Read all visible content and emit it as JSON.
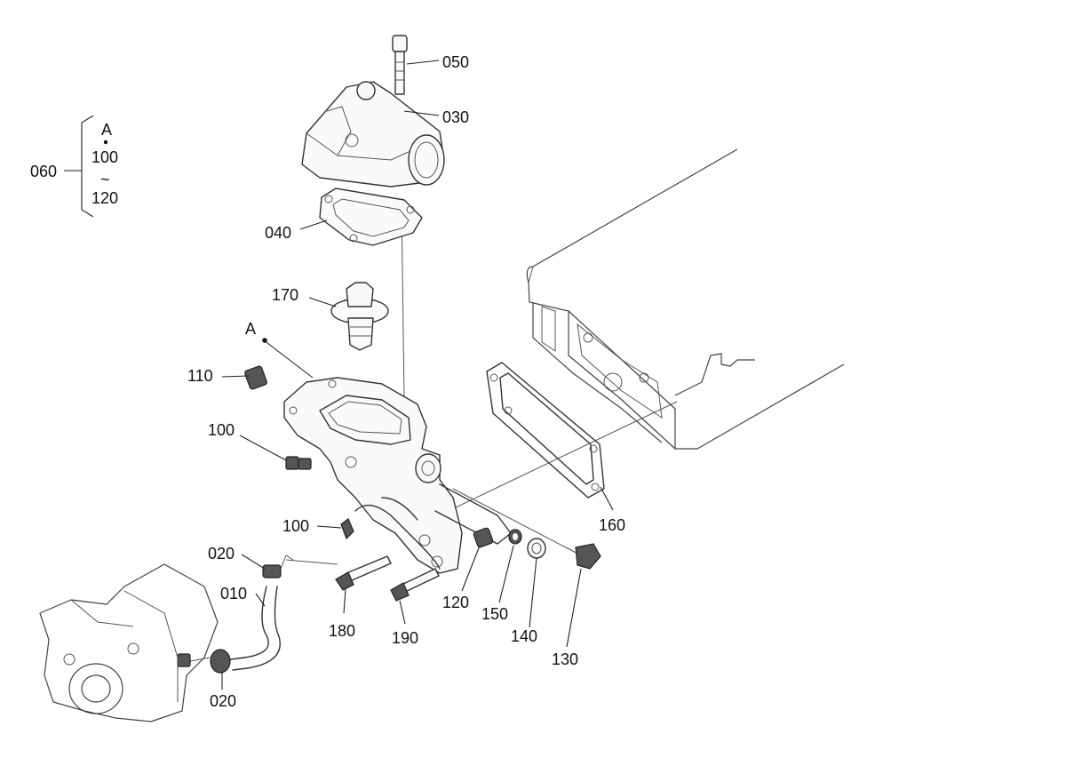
{
  "callouts": {
    "c050": "050",
    "c030": "030",
    "c040": "040",
    "c170": "170",
    "cA": "A",
    "c110": "110",
    "c100a": "100",
    "c100b": "100",
    "c020a": "020",
    "c010": "010",
    "c020b": "020",
    "c180": "180",
    "c190": "190",
    "c120": "120",
    "c150": "150",
    "c140": "140",
    "c130": "130",
    "c160": "160"
  },
  "legend": {
    "group_number": "060",
    "ref_letter": "A",
    "range_start": "100",
    "range_separator": "~",
    "range_end": "120"
  }
}
